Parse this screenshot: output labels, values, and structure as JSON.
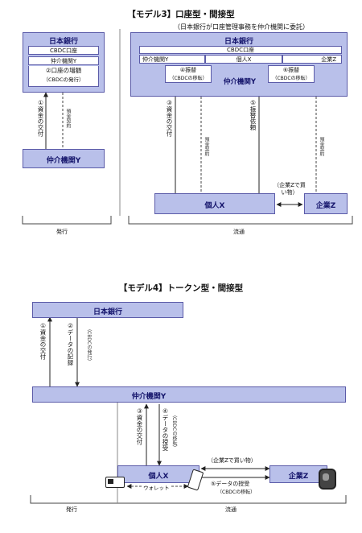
{
  "model3": {
    "title": "【モデル3】口座型・間接型",
    "subtitle": "（日本銀行が口座管理事務を仲介機関に委託）",
    "left": {
      "boj": "日本銀行",
      "cbdc_account": "CBDC口座",
      "intermediary_y": "仲介機関Y",
      "increase": "②口座の増額",
      "increase_sub": "（CBDCの発行）",
      "funds": "①資金の交付",
      "deposit_contract": "預金契約",
      "bottom_box": "仲介機関Y",
      "footer": "発行"
    },
    "right": {
      "boj": "日本銀行",
      "cbdc_account": "CBDC口座",
      "col_y": "仲介機関Y",
      "col_x": "個人X",
      "col_z": "企業Z",
      "transfer4": "④振替",
      "transfer4_sub": "（CBDCの移転）",
      "transfer6": "⑥振替",
      "transfer6_sub": "（CBDCの移転）",
      "center_y": "仲介機関Y",
      "funds3": "③資金の交付",
      "transfer_req5": "⑤振替依頼",
      "deposit_contract_a": "預金契約",
      "deposit_contract_b": "預金契約",
      "individual_x": "個人X",
      "company_z": "企業Z",
      "purchase": "（企業Zで買い物）",
      "footer": "流通"
    }
  },
  "model4": {
    "title": "【モデル4】トークン型・間接型",
    "boj": "日本銀行",
    "funds1": "①資金の交付",
    "record2": "②データの記録",
    "record2_sub": "（CBDCの発行）",
    "intermediary_y": "仲介機関Y",
    "funds3": "③資金の交付",
    "data4": "④データの授受",
    "data4_sub": "（CBDCの移転）",
    "individual_x": "個人X",
    "company_z": "企業Z",
    "purchase": "（企業Zで買い物）",
    "data5": "⑤データの授受",
    "data5_sub": "（CBDCの移転）",
    "wallet": "ウォレット",
    "footer_left": "発行",
    "footer_right": "流通"
  },
  "colors": {
    "box_fill": "#b9c0ea",
    "box_border": "#5b5ba8",
    "label": "#14146b"
  }
}
